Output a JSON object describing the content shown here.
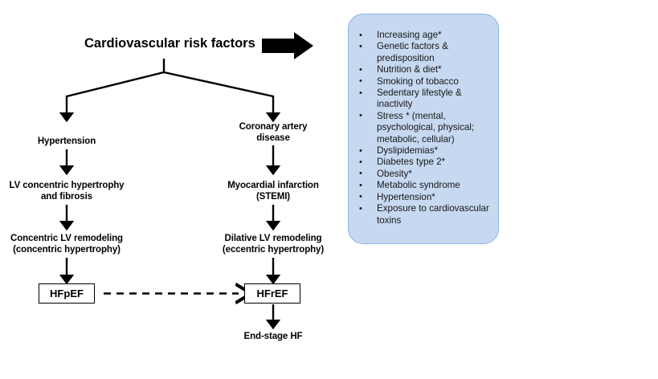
{
  "diagram": {
    "title": "Cardiovascular risk factors",
    "big_arrow": "thick-right-arrow",
    "branches": {
      "left": {
        "step1": "Hypertension",
        "step2": "LV concentric hypertrophy\nand fibrosis",
        "step3": "Concentric LV remodeling\n(concentric hypertrophy)",
        "outcome": "HFpEF"
      },
      "right": {
        "step1": "Coronary artery\ndisease",
        "step2": "Myocardial infarction\n(STEMI)",
        "step3": "Dilative LV remodeling\n(eccentric hypertrophy)",
        "outcome": "HFrEF"
      }
    },
    "final_outcome": "End-stage HF",
    "transition_note": "dashed arrow from HFpEF to HFrEF"
  },
  "risk_panel": {
    "fill_color": "#c6d9f1",
    "border_color": "#8eb4e3",
    "items": [
      "Increasing age*",
      "Genetic factors & predisposition",
      "Nutrition & diet*",
      "Smoking of tobacco",
      "Sedentary lifestyle & inactivity",
      "Stress * (mental, psychological, physical; metabolic, cellular)",
      "Dyslipidemias*",
      "Diabetes type 2*",
      "Obesity*",
      "Metabolic syndrome",
      "Hypertension*",
      "Exposure to cardiovascular toxins"
    ]
  }
}
